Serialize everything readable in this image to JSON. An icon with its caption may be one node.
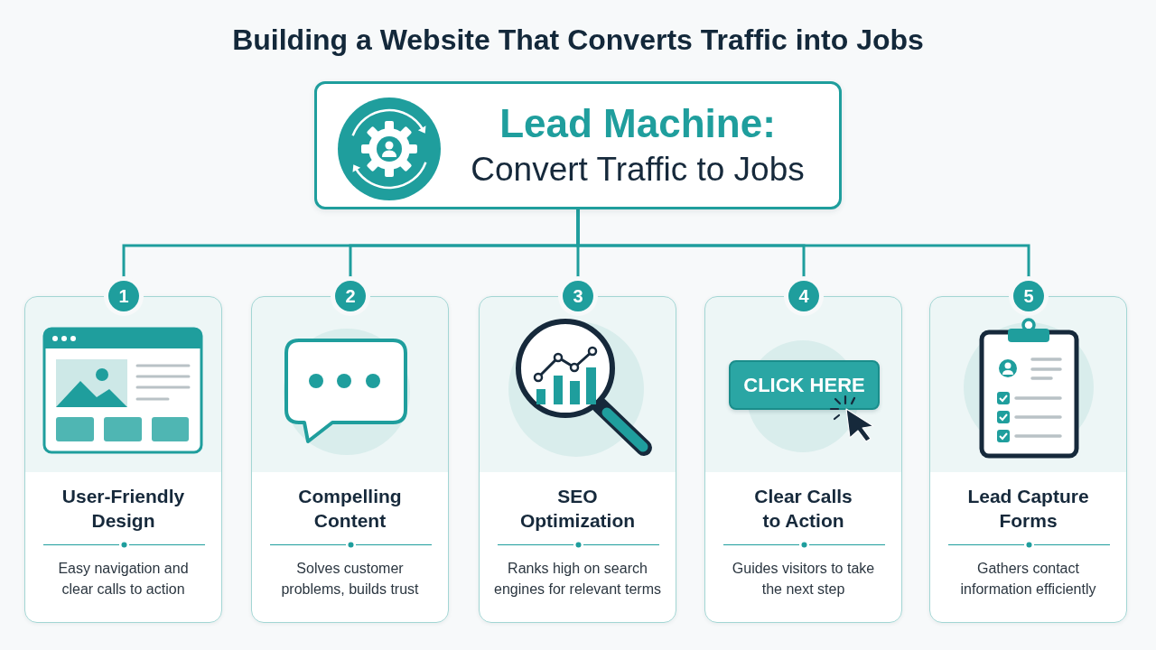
{
  "diagram": {
    "title": "Building a Website That Converts Traffic into Jobs",
    "nodes": [
      {
        "text": [
          "Lead Machine:",
          "Convert Traffic to Jobs"
        ]
      },
      {
        "text": [
          "1"
        ]
      },
      {
        "text": [
          "User-Friendly Design",
          "Easy navigation and clear calls to action"
        ]
      },
      {
        "text": [
          "2"
        ]
      },
      {
        "text": [
          "Compelling Content",
          "Solves customer problems, builds trust"
        ]
      },
      {
        "text": [
          "3"
        ]
      },
      {
        "text": [
          "SEO Optimization",
          "Ranks high on search engines for relevant terms"
        ]
      },
      {
        "text": [
          "4"
        ]
      },
      {
        "text": [
          "Clear Calls to Action",
          "Guides visitors to take the next step"
        ]
      },
      {
        "text": [
          "CLICK HERE"
        ],
        "in": 8
      },
      {
        "text": [
          "5"
        ]
      },
      {
        "text": [
          "Lead Capture Forms",
          "Gathers contact information efficiently"
        ]
      }
    ],
    "edges": [
      {
        "from": 0,
        "to": 1,
        "arrow": "none"
      },
      {
        "from": 0,
        "to": 3,
        "arrow": "none"
      },
      {
        "from": 0,
        "to": 5,
        "arrow": "none"
      },
      {
        "from": 0,
        "to": 7,
        "arrow": "none"
      },
      {
        "from": 0,
        "to": 10,
        "arrow": "none"
      }
    ]
  }
}
